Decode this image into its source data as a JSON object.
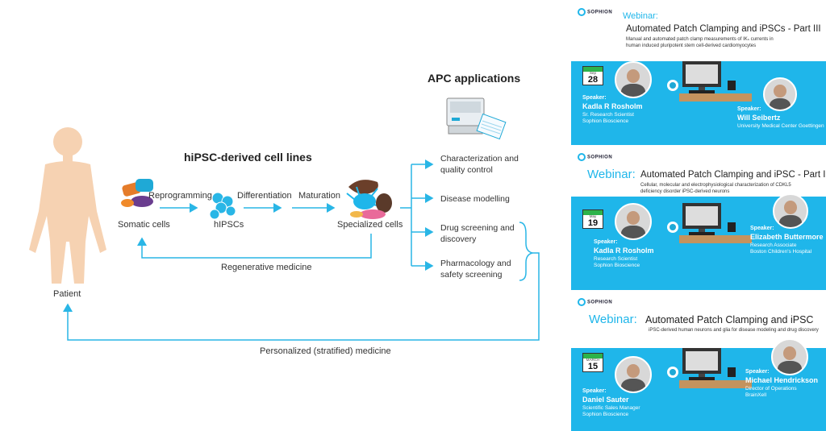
{
  "diagram": {
    "title": "hiPSC-derived cell lines",
    "apc_title": "APC applications",
    "patient": "Patient",
    "steps": {
      "somatic": "Somatic cells",
      "hipscs": "hIPSCs",
      "specialized": "Specialized cells"
    },
    "arrows": {
      "reprogramming": "Reprogramming",
      "differentiation": "Differentiation",
      "maturation": "Maturation"
    },
    "loops": {
      "regenerative": "Regenerative medicine",
      "personalized": "Personalized (stratified) medicine"
    },
    "applications": [
      "Characterization and quality control",
      "Disease modelling",
      "Drug screening and discovery",
      "Pharmacology and safety screening"
    ],
    "colors": {
      "arrow": "#29b6e6",
      "skin": "#f6d2b2"
    }
  },
  "webinars": [
    {
      "logo": "SOPHION",
      "prefix": "Webinar:",
      "title": "Automated Patch Clamping and iPSCs - Part III",
      "subtitle": "Manual and automated patch clamp measurements of I⁠Kₛ currents in human induced pluripotent stem cell-derived cardiomyocytes",
      "date_month": "Sep",
      "date_day": "28",
      "speaker_label": "Speaker:",
      "speaker1_name": "Kadla R Rosholm",
      "speaker1_role1": "Sr. Research Scientist",
      "speaker1_role2": "Sophion Bioscience",
      "speaker2_name": "Will Seibertz",
      "speaker2_role1": "University Medical Center Goettingen",
      "speaker2_role2": ""
    },
    {
      "logo": "SOPHION",
      "prefix": "Webinar:",
      "title": "Automated Patch Clamping and iPSC - Part II",
      "subtitle": "Cellular, molecular and electrophysiological characterization of CDKL5 deficiency disorder iPSC-derived neurons",
      "date_month": "May",
      "date_day": "19",
      "speaker_label": "Speaker:",
      "speaker1_name": "Kadla R Rosholm",
      "speaker1_role1": "Research Scientist",
      "speaker1_role2": "Sophion Bioscience",
      "speaker2_name": "Elizabeth Buttermore",
      "speaker2_role1": "Research Associate",
      "speaker2_role2": "Boston Children's Hospital"
    },
    {
      "logo": "SOPHION",
      "prefix": "Webinar:",
      "title": "Automated Patch Clamping and iPSC",
      "subtitle": "iPSC-derived human neurons and glia for disease modeling and drug discovery",
      "date_month": "MARCH",
      "date_day": "15",
      "speaker_label": "Speaker:",
      "speaker1_name": "Daniel Sauter",
      "speaker1_role1": "Scientific Sales Manager",
      "speaker1_role2": "Sophion Bioscience",
      "speaker2_name": "Michael Hendrickson",
      "speaker2_role1": "Director of Operations",
      "speaker2_role2": "BrainXell"
    }
  ]
}
